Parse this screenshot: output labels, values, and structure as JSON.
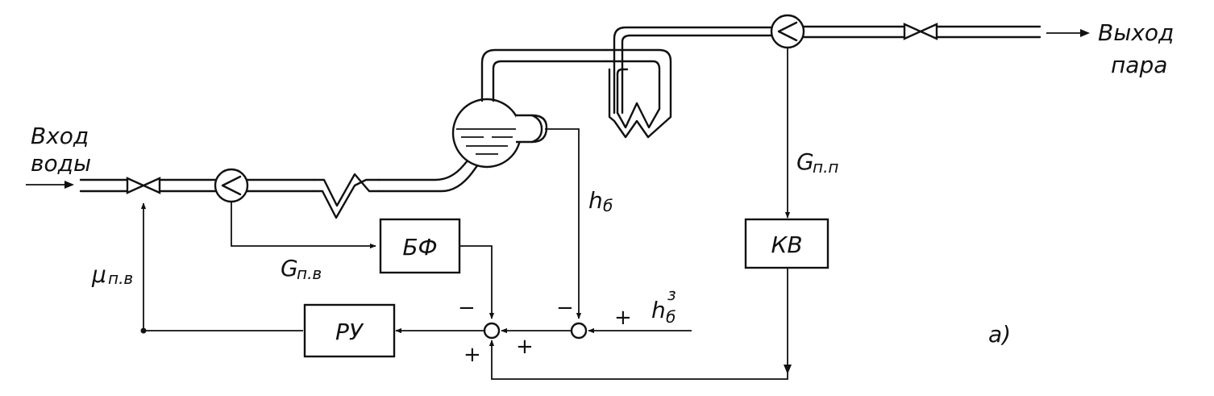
{
  "labels": {
    "water_in_line1": "Вход",
    "water_in_line2": "воды",
    "steam_out_line1": "Выход",
    "steam_out_line2": "пара",
    "feedwater_flow_main": "G",
    "feedwater_flow_sub": "п.в",
    "steam_flow_main": "G",
    "steam_flow_sub": "п.п",
    "drum_level_main": "h",
    "drum_level_sub": "б",
    "level_setpoint_main": "h",
    "level_setpoint_sub": "б",
    "level_setpoint_sup": "з",
    "valve_position_main": "μ",
    "valve_position_sub": "п.в",
    "figure_tag": "а)"
  },
  "blocks": {
    "bf": "БФ",
    "kv": "КВ",
    "ru": "РУ"
  },
  "signs": {
    "sum1_top": "−",
    "sum1_bottom": "+",
    "sum1_right": "+",
    "sum2_top": "−",
    "sum2_right": "+"
  }
}
